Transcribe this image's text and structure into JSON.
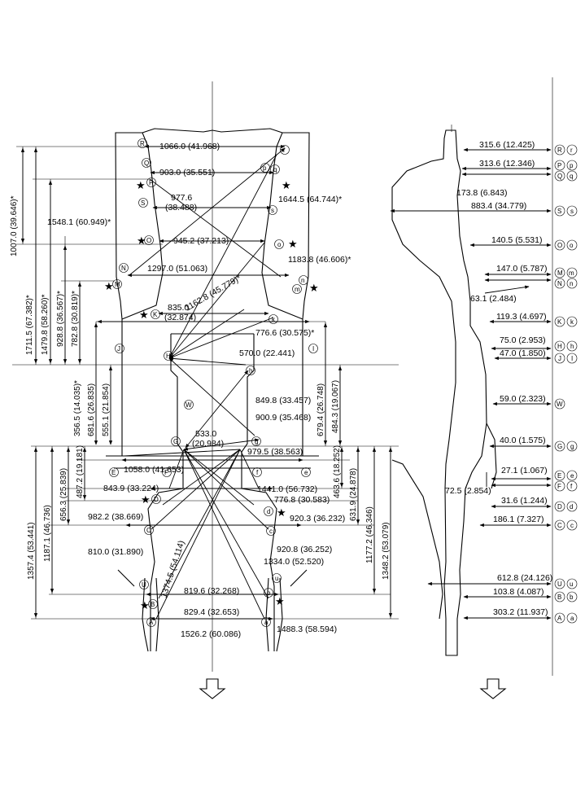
{
  "plan": {
    "dims": {
      "d1066": "1066.0 (41.968)",
      "d903": "903.0 (35.551)",
      "d977a": "977.6",
      "d977b": "(38.488)",
      "d1644": "1644.5 (64.744)*",
      "d1548": "1548.1 (60.949)*",
      "d945": "945.2 (37.213)",
      "d1183": "1183.8 (46.606)*",
      "d1297": "1297.0 (51.063)",
      "d835a": "835.0",
      "d835b": "(32.874)",
      "d1162": "1162.8 (45.779)*",
      "d776a": "776.6 (30.575)*",
      "d570": "570.0 (22.441)",
      "d849": "849.8 (33.457)",
      "d900": "900.9 (35.468)",
      "d533a": "533.0",
      "d533b": "(20.984)",
      "d1058": "1058.0 (41.653)",
      "d979": "979.5 (38.563)",
      "d843": "843.9 (33.224)",
      "d1441": "1441.0 (56.732)",
      "d776b": "776.8 (30.583)",
      "d982": "982.2 (38.669)",
      "d920a": "920.3 (36.232)",
      "d810": "810.0 (31.890)",
      "d920b": "920.8 (36.252)",
      "d1374": "1374.5 (54.114)",
      "d1334": "1334.0 (52.520)",
      "d819": "819.6 (32.268)",
      "d829": "829.4 (32.653)",
      "d1488": "1488.3 (58.594)",
      "d1526": "1526.2 (60.086)"
    },
    "vdims": {
      "v1007": "1007.0 (39.646)*",
      "v1711": "1711.5 (67.382)*",
      "v1479": "1479.8 (58.260)*",
      "v928": "928.8 (36.567)*",
      "v782": "782.8 (30.819)*",
      "v356": "356.5 (14.035)*",
      "v681": "681.6 (26.835)",
      "v555": "555.1 (21.854)",
      "v679": "679.4 (26.748)",
      "v484": "484.3 (19.067)",
      "v463": "463.6 (18.252)",
      "v631": "631.9 (24.878)",
      "v487": "487.2 (19.181)",
      "v656": "656.3 (25.839)",
      "v1187": "1187.1 (46.736)",
      "v1357": "1357.4 (53.441)",
      "v1177": "1177.2 (46.346)",
      "v1348": "1348.2 (53.079)"
    },
    "points": {
      "R": "R",
      "Q": "Q",
      "P": "P",
      "S": "S",
      "O": "O",
      "N": "N",
      "M": "M",
      "K": "K",
      "J": "J",
      "H": "H",
      "W": "W",
      "G": "G",
      "E": "E",
      "F": "F",
      "D": "D",
      "C": "C",
      "U": "U",
      "B": "B",
      "A": "A",
      "r": "r",
      "q": "q",
      "p": "p",
      "s": "s",
      "o": "o",
      "n": "n",
      "m": "m",
      "k": "k",
      "i": "I",
      "h": "h",
      "g": "g",
      "e": "e",
      "f": "f",
      "d": "d",
      "c": "c",
      "u": "u",
      "b": "b",
      "a": "a"
    }
  },
  "side": {
    "dims": {
      "s315": "315.6 (12.425)",
      "s313": "313.6 (12.346)",
      "s173": "173.8 (6.843)",
      "s883": "883.4 (34.779)",
      "s140": "140.5 (5.531)",
      "s147": "147.0 (5.787)",
      "s63": "63.1 (2.484)",
      "s119": "119.3 (4.697)",
      "s75": "75.0 (2.953)",
      "s47": "47.0 (1.850)",
      "s59": "59.0 (2.323)",
      "s40": "40.0 (1.575)",
      "s27": "27.1 (1.067)",
      "s72": "72.5 (2.854)",
      "s31": "31.6 (1.244)",
      "s186": "186.1 (7.327)",
      "s612": "612.8 (24.126)",
      "s103": "103.8 (4.087)",
      "s303": "303.2 (11.937)"
    },
    "labels": {
      "l1": "R",
      "l1b": "r",
      "l2": "P",
      "l2b": "Q",
      "l2c": "p",
      "l2d": "q",
      "l3": "S",
      "l3b": "s",
      "l4": "O",
      "l4b": "o",
      "l5": "M",
      "l5b": "N",
      "l5c": "m",
      "l5d": "n",
      "l6": "K",
      "l6b": "k",
      "l7": "H",
      "l7b": "J",
      "l7c": "h",
      "l7d": "I",
      "l8": "W",
      "l9": "G",
      "l9b": "g",
      "l10": "E",
      "l10b": "F",
      "l10c": "e",
      "l10d": "f",
      "l11": "D",
      "l11b": "d",
      "l12": "C",
      "l12b": "c",
      "l13": "U",
      "l13b": "u",
      "l14": "B",
      "l14b": "b",
      "l15": "A",
      "l15b": "a"
    }
  },
  "icons": {
    "front_arrow_plan": "down-arrow-icon",
    "front_arrow_side": "down-arrow-icon",
    "reference_point": "star-icon"
  }
}
